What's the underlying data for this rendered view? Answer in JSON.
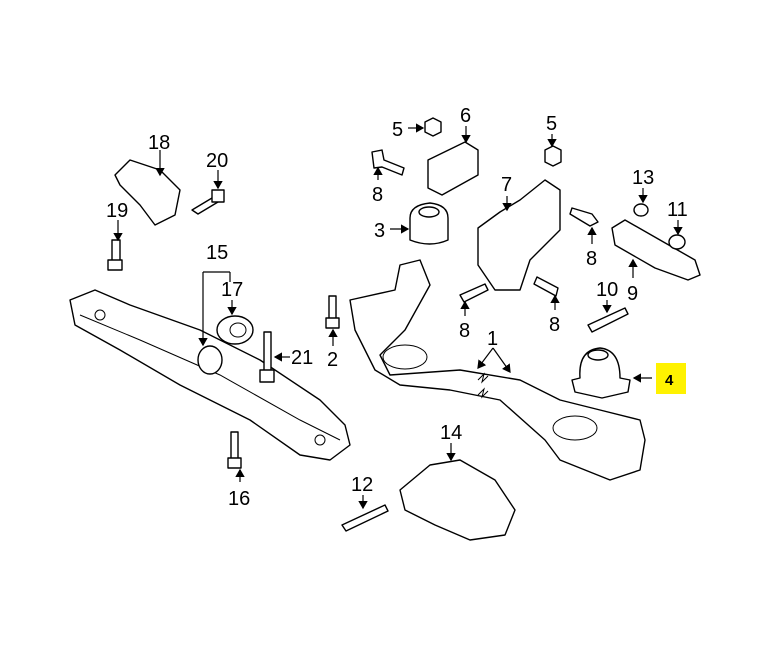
{
  "diagram": {
    "callouts": [
      "18",
      "20",
      "19",
      "15",
      "17",
      "21",
      "16",
      "2",
      "5",
      "6",
      "5",
      "8",
      "3",
      "7",
      "13",
      "11",
      "8",
      "9",
      "10",
      "8",
      "8",
      "1",
      "14",
      "12"
    ],
    "highlighted_callout": "4",
    "highlight_color": "#FFF200"
  }
}
